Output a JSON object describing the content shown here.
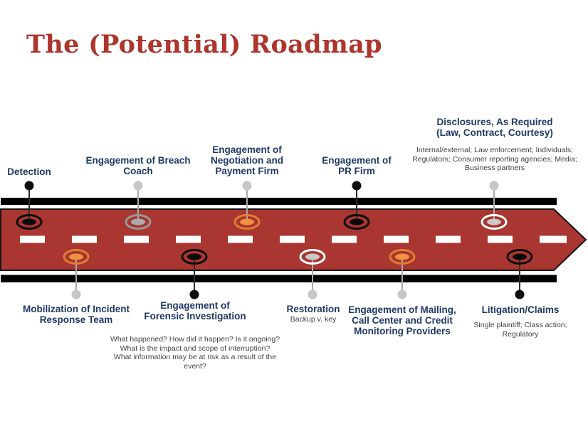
{
  "title": "The (Potential) Roadmap",
  "colors": {
    "title_red": "#AE352C",
    "road_red": "#A93630",
    "road_outline": "#151515",
    "edge_bar_black": "#000000",
    "lane_dash_white": "#FFFFFF",
    "label_navy": "#1F3864",
    "sublabel_gray": "#3E4149"
  },
  "milestones": {
    "top": [
      {
        "label": "Detection",
        "pin": "#0E0E0E",
        "stem": "#2E2E2E",
        "ring": "#0E0E0E",
        "marker_fill": "#0B0B0B"
      },
      {
        "label": "Engagement of Breach\nCoach",
        "pin": "#C6C6C6",
        "stem": "#A9A9A9",
        "ring": "#989898",
        "marker_fill": "#ABABAB"
      },
      {
        "label": "Engagement of\nNegotiation and\nPayment Firm",
        "pin": "#C6C6C6",
        "stem": "#A9A9A9",
        "ring": "#E07E32",
        "marker_fill": "#EF9142"
      },
      {
        "label": "Engagement of\nPR Firm",
        "pin": "#0E0E0E",
        "stem": "#2E2E2E",
        "ring": "#0E0E0E",
        "marker_fill": "#0B0B0B"
      },
      {
        "label": "Disclosures, As Required\n(Law, Contract, Courtesy)",
        "sub": "Internal/external; Law enforcement; Individuals;\nRegulators; Consumer reporting agencies; Media;\nBusiness partners",
        "pin": "#C6C6C6",
        "stem": "#A9A9A9",
        "ring": "#FFFFFF",
        "marker_fill": "#C9C9C9"
      }
    ],
    "bottom": [
      {
        "label": "Mobilization of Incident\nResponse Team",
        "pin": "#C6C6C6",
        "stem": "#A9A9A9",
        "ring": "#E07E32",
        "marker_fill": "#EF9142"
      },
      {
        "label": "Engagement of\nForensic Investigation",
        "sub": "What happened? How did it happen? Is it ongoing?\nWhat is the impact and scope of interruption?\nWhat information may be at risk as a result of the\nevent?",
        "pin": "#0E0E0E",
        "stem": "#2E2E2E",
        "ring": "#0E0E0E",
        "marker_fill": "#0B0B0B"
      },
      {
        "label": "Restoration",
        "sub": "Backup v. key",
        "pin": "#C6C6C6",
        "stem": "#A9A9A9",
        "ring": "#FFFFFF",
        "marker_fill": "#C9C9C9"
      },
      {
        "label": "Engagement of Mailing,\nCall Center and Credit\nMonitoring Providers",
        "pin": "#C6C6C6",
        "stem": "#A9A9A9",
        "ring": "#E07E32",
        "marker_fill": "#EF9142"
      },
      {
        "label": "Litigation/Claims",
        "sub": "Single plaintiff; Class action;\nRegulatory",
        "pin": "#0E0E0E",
        "stem": "#2E2E2E",
        "ring": "#0E0E0E",
        "marker_fill": "#0B0B0B"
      }
    ]
  }
}
